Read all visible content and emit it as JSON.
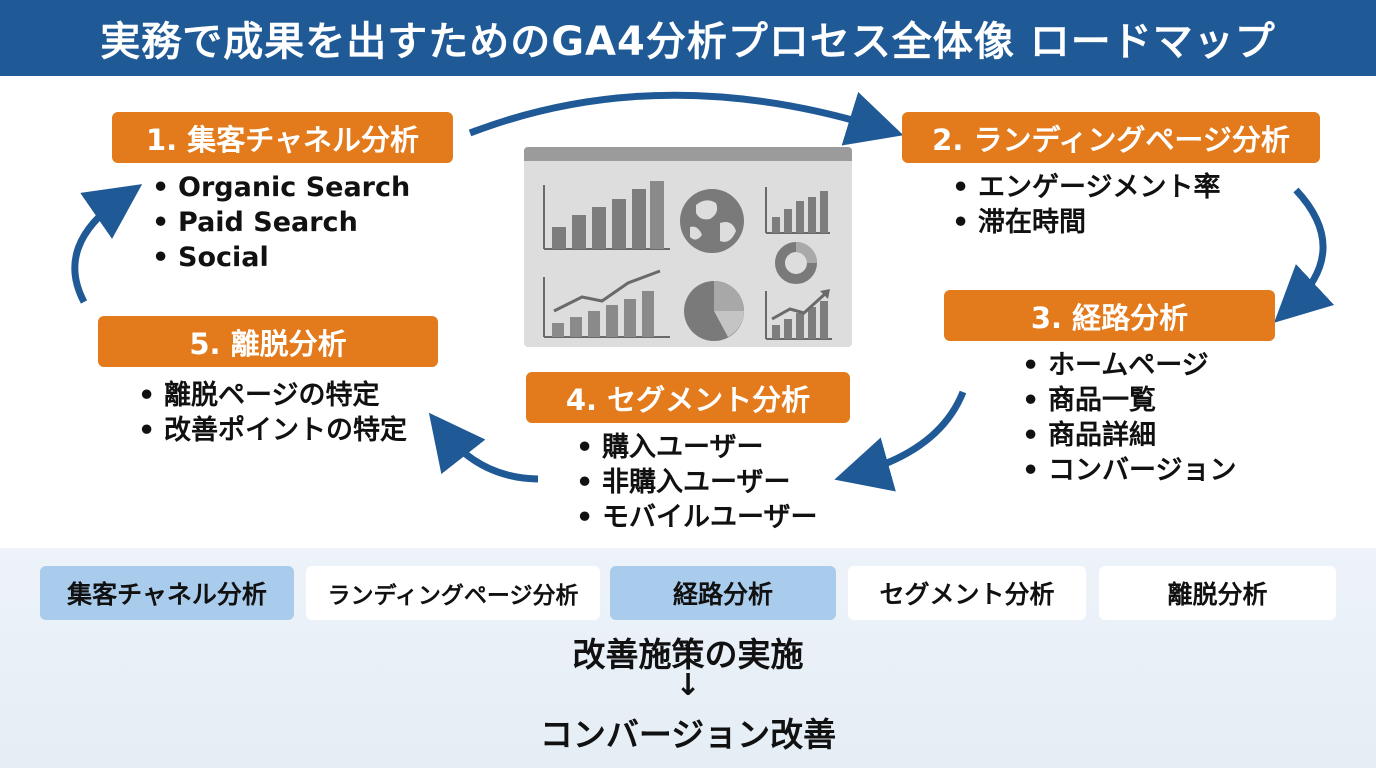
{
  "title": "実務で成果を出すためのGA4分析プロセス全体像 ロードマップ",
  "steps": [
    {
      "label": "1. 集客チャネル分析",
      "bullets": [
        "Organic Search",
        "Paid Search",
        "Social"
      ]
    },
    {
      "label": "2. ランディングページ分析",
      "bullets": [
        "エンゲージメント率",
        "滞在時間"
      ]
    },
    {
      "label": "3. 経路分析",
      "bullets": [
        "ホームページ",
        "商品一覧",
        "商品詳細",
        "コンバージョン"
      ]
    },
    {
      "label": "4. セグメント分析",
      "bullets": [
        "購入ユーザー",
        "非購入ユーザー",
        "モバイルユーザー"
      ]
    },
    {
      "label": "5. 離脱分析",
      "bullets": [
        "離脱ページの特定",
        "改善ポイントの特定"
      ]
    }
  ],
  "tabs": [
    {
      "label": "集客チャネル分析",
      "active": true
    },
    {
      "label": "ランディングページ分析",
      "active": false
    },
    {
      "label": "経路分析",
      "active": true
    },
    {
      "label": "セグメント分析",
      "active": false
    },
    {
      "label": "離脱分析",
      "active": false
    }
  ],
  "flow": {
    "first": "改善施策の実施",
    "arrow": "↓",
    "result": "コンバージョン改善"
  },
  "colors": {
    "header": "#1f5a96",
    "step_box": "#e37a1c",
    "arrow": "#1f5a96",
    "tab_active": "#a9cbec",
    "dashboard_bg": "#dddddd"
  },
  "icons": [
    "bar-chart-icon",
    "globe-icon",
    "line-chart-icon",
    "pie-chart-icon",
    "donut-chart-icon"
  ]
}
